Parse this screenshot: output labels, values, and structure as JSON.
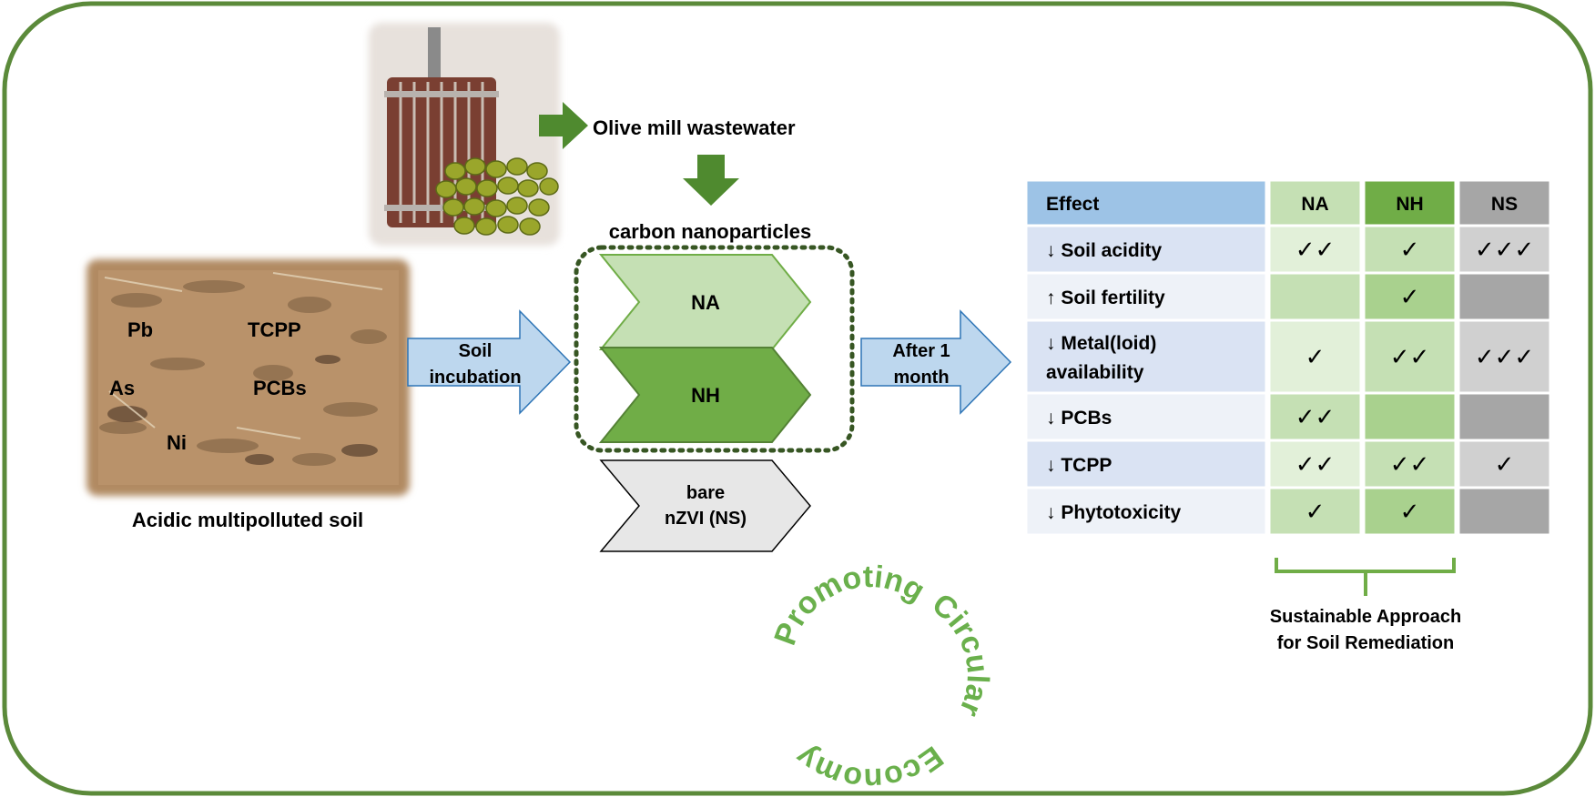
{
  "source": {
    "label": "Olive mill wastewater"
  },
  "nanoparticles": {
    "title": "carbon nanoparticles",
    "na": "NA",
    "nh": "NH",
    "bare_line1": "bare",
    "bare_line2": "nZVI (NS)"
  },
  "soil": {
    "caption": "Acidic multipolluted soil",
    "pollutants": [
      "Pb",
      "TCPP",
      "As",
      "PCBs",
      "Ni"
    ]
  },
  "steps": {
    "incubation_line1": "Soil",
    "incubation_line2": "incubation",
    "after_line1": "After 1",
    "after_line2": "month"
  },
  "table": {
    "headers": [
      "Effect",
      "NA",
      "NH",
      "NS"
    ],
    "rows": [
      {
        "effect_line1": "↓ Soil acidity",
        "effect_line2": "",
        "na": "✓✓",
        "nh": "✓",
        "ns": "✓✓✓"
      },
      {
        "effect_line1": "↑ Soil fertility",
        "effect_line2": "",
        "na": "",
        "nh": "✓",
        "ns": ""
      },
      {
        "effect_line1": "↓ Metal(loid)",
        "effect_line2": "availability",
        "na": "✓",
        "nh": "✓✓",
        "ns": "✓✓✓"
      },
      {
        "effect_line1": "↓ PCBs",
        "effect_line2": "",
        "na": "✓✓",
        "nh": "",
        "ns": ""
      },
      {
        "effect_line1": "↓ TCPP",
        "effect_line2": "",
        "na": "✓✓",
        "nh": "✓✓",
        "ns": "✓"
      },
      {
        "effect_line1": "↓ Phytotoxicity",
        "effect_line2": "",
        "na": "✓",
        "nh": "✓",
        "ns": ""
      }
    ]
  },
  "approach": {
    "line1": "Sustainable Approach",
    "line2": "for Soil Remediation"
  },
  "circular": {
    "word1": "Promoting",
    "word2": "Circular",
    "word3": "Economy"
  },
  "colors": {
    "frame": "#5b8a3a",
    "arrow_green": "#4f8a2f",
    "na_light": "#c5e0b4",
    "nh_mid": "#70ad47",
    "ns_gray": "#a6a6a6",
    "blue_header": "#9dc3e6",
    "blue_arrow": "#bdd7ee",
    "circular_text": "#6ab04c"
  }
}
